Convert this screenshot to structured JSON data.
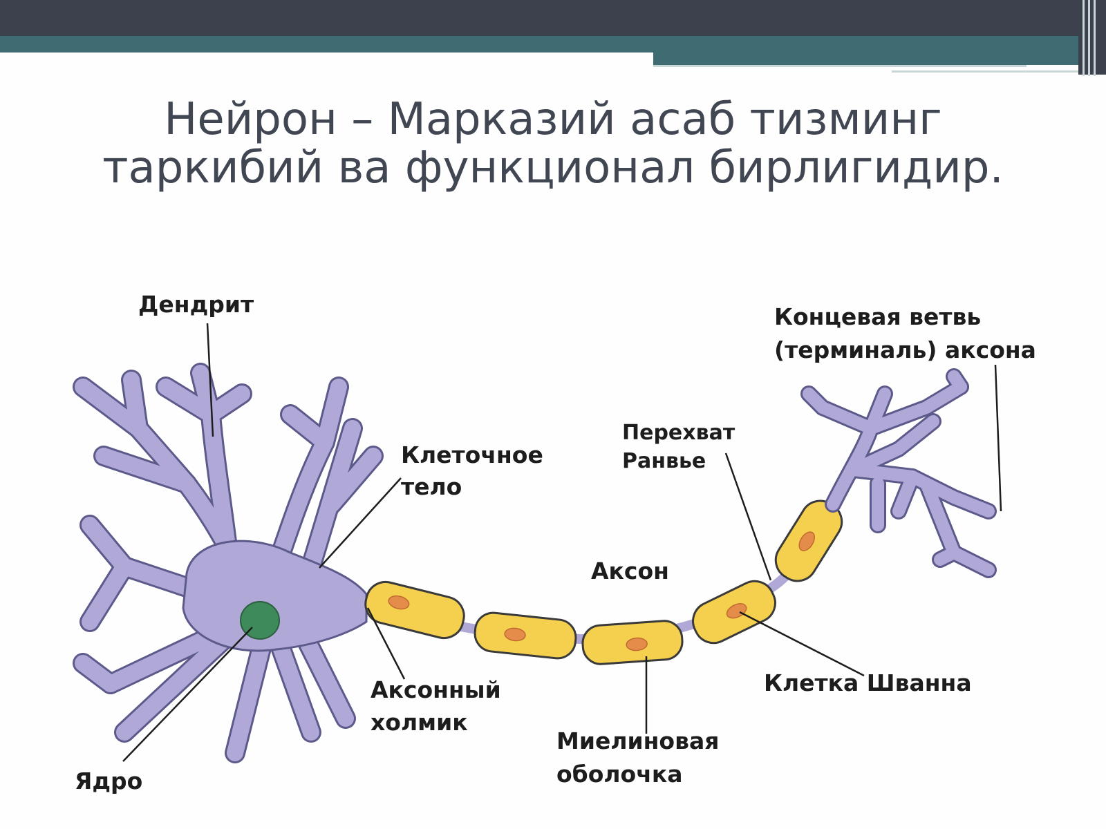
{
  "slide": {
    "title_line1": "Нейрон – Марказий асаб тизминг",
    "title_line2": "таркибий ва функционал бирлигидир."
  },
  "labels": {
    "dendrite": "Дендрит",
    "cell_body_1": "Клеточное",
    "cell_body_2": "тело",
    "ranvier_1": "Перехват",
    "ranvier_2": "Ранвье",
    "terminal_1": "Концевая ветвь",
    "terminal_2": "(терминаль) аксона",
    "axon": "Аксон",
    "axon_hillock_1": "Аксонный",
    "axon_hillock_2": "холмик",
    "schwann": "Клетка Шванна",
    "myelin_1": "Миелиновая",
    "myelin_2": "оболочка",
    "nucleus": "Ядро"
  },
  "colors": {
    "neuron_body": "#b0a9d8",
    "neuron_outline": "#5c5a8a",
    "nucleus": "#3f8a5a",
    "myelin": "#f5cf4e",
    "schwann_nucleus": "#e48c4a",
    "title_text": "#404652",
    "header_dark": "#3d414d",
    "header_teal": "#3f6b73"
  }
}
